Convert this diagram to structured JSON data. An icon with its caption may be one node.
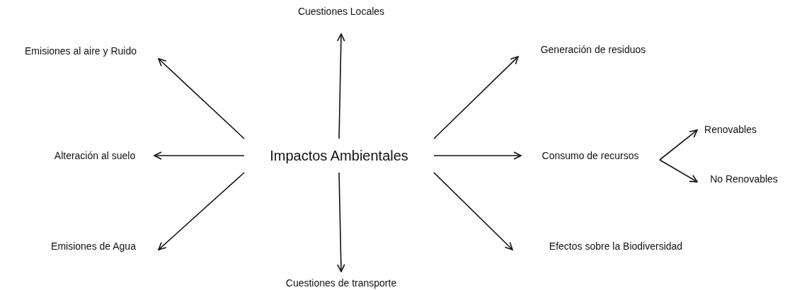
{
  "diagram": {
    "nodes": [
      {
        "text": [
          "Impactos Ambientales"
        ]
      },
      {
        "text": [
          "Cuestiones Locales"
        ]
      },
      {
        "text": [
          "Emisiones al aire y Ruido"
        ]
      },
      {
        "text": [
          "Generación de residuos"
        ]
      },
      {
        "text": [
          "Alteración al suelo"
        ]
      },
      {
        "text": [
          "Consumo de recursos"
        ]
      },
      {
        "text": [
          "Renovables"
        ]
      },
      {
        "text": [
          "No Renovables"
        ]
      },
      {
        "text": [
          "Emisiones de Agua"
        ]
      },
      {
        "text": [
          "Cuestiones de transporte"
        ]
      },
      {
        "text": [
          "Efectos sobre la Biodiversidad"
        ]
      }
    ],
    "edges": [
      {
        "from": 0,
        "to": 1,
        "arrow": "to"
      },
      {
        "from": 0,
        "to": 2,
        "arrow": "to"
      },
      {
        "from": 0,
        "to": 3,
        "arrow": "to"
      },
      {
        "from": 0,
        "to": 4,
        "arrow": "to"
      },
      {
        "from": 0,
        "to": 5,
        "arrow": "to"
      },
      {
        "from": 5,
        "to": 6,
        "arrow": "to"
      },
      {
        "from": 5,
        "to": 7,
        "arrow": "to"
      },
      {
        "from": 0,
        "to": 8,
        "arrow": "to"
      },
      {
        "from": 0,
        "to": 9,
        "arrow": "to"
      },
      {
        "from": 0,
        "to": 10,
        "arrow": "to"
      }
    ]
  }
}
